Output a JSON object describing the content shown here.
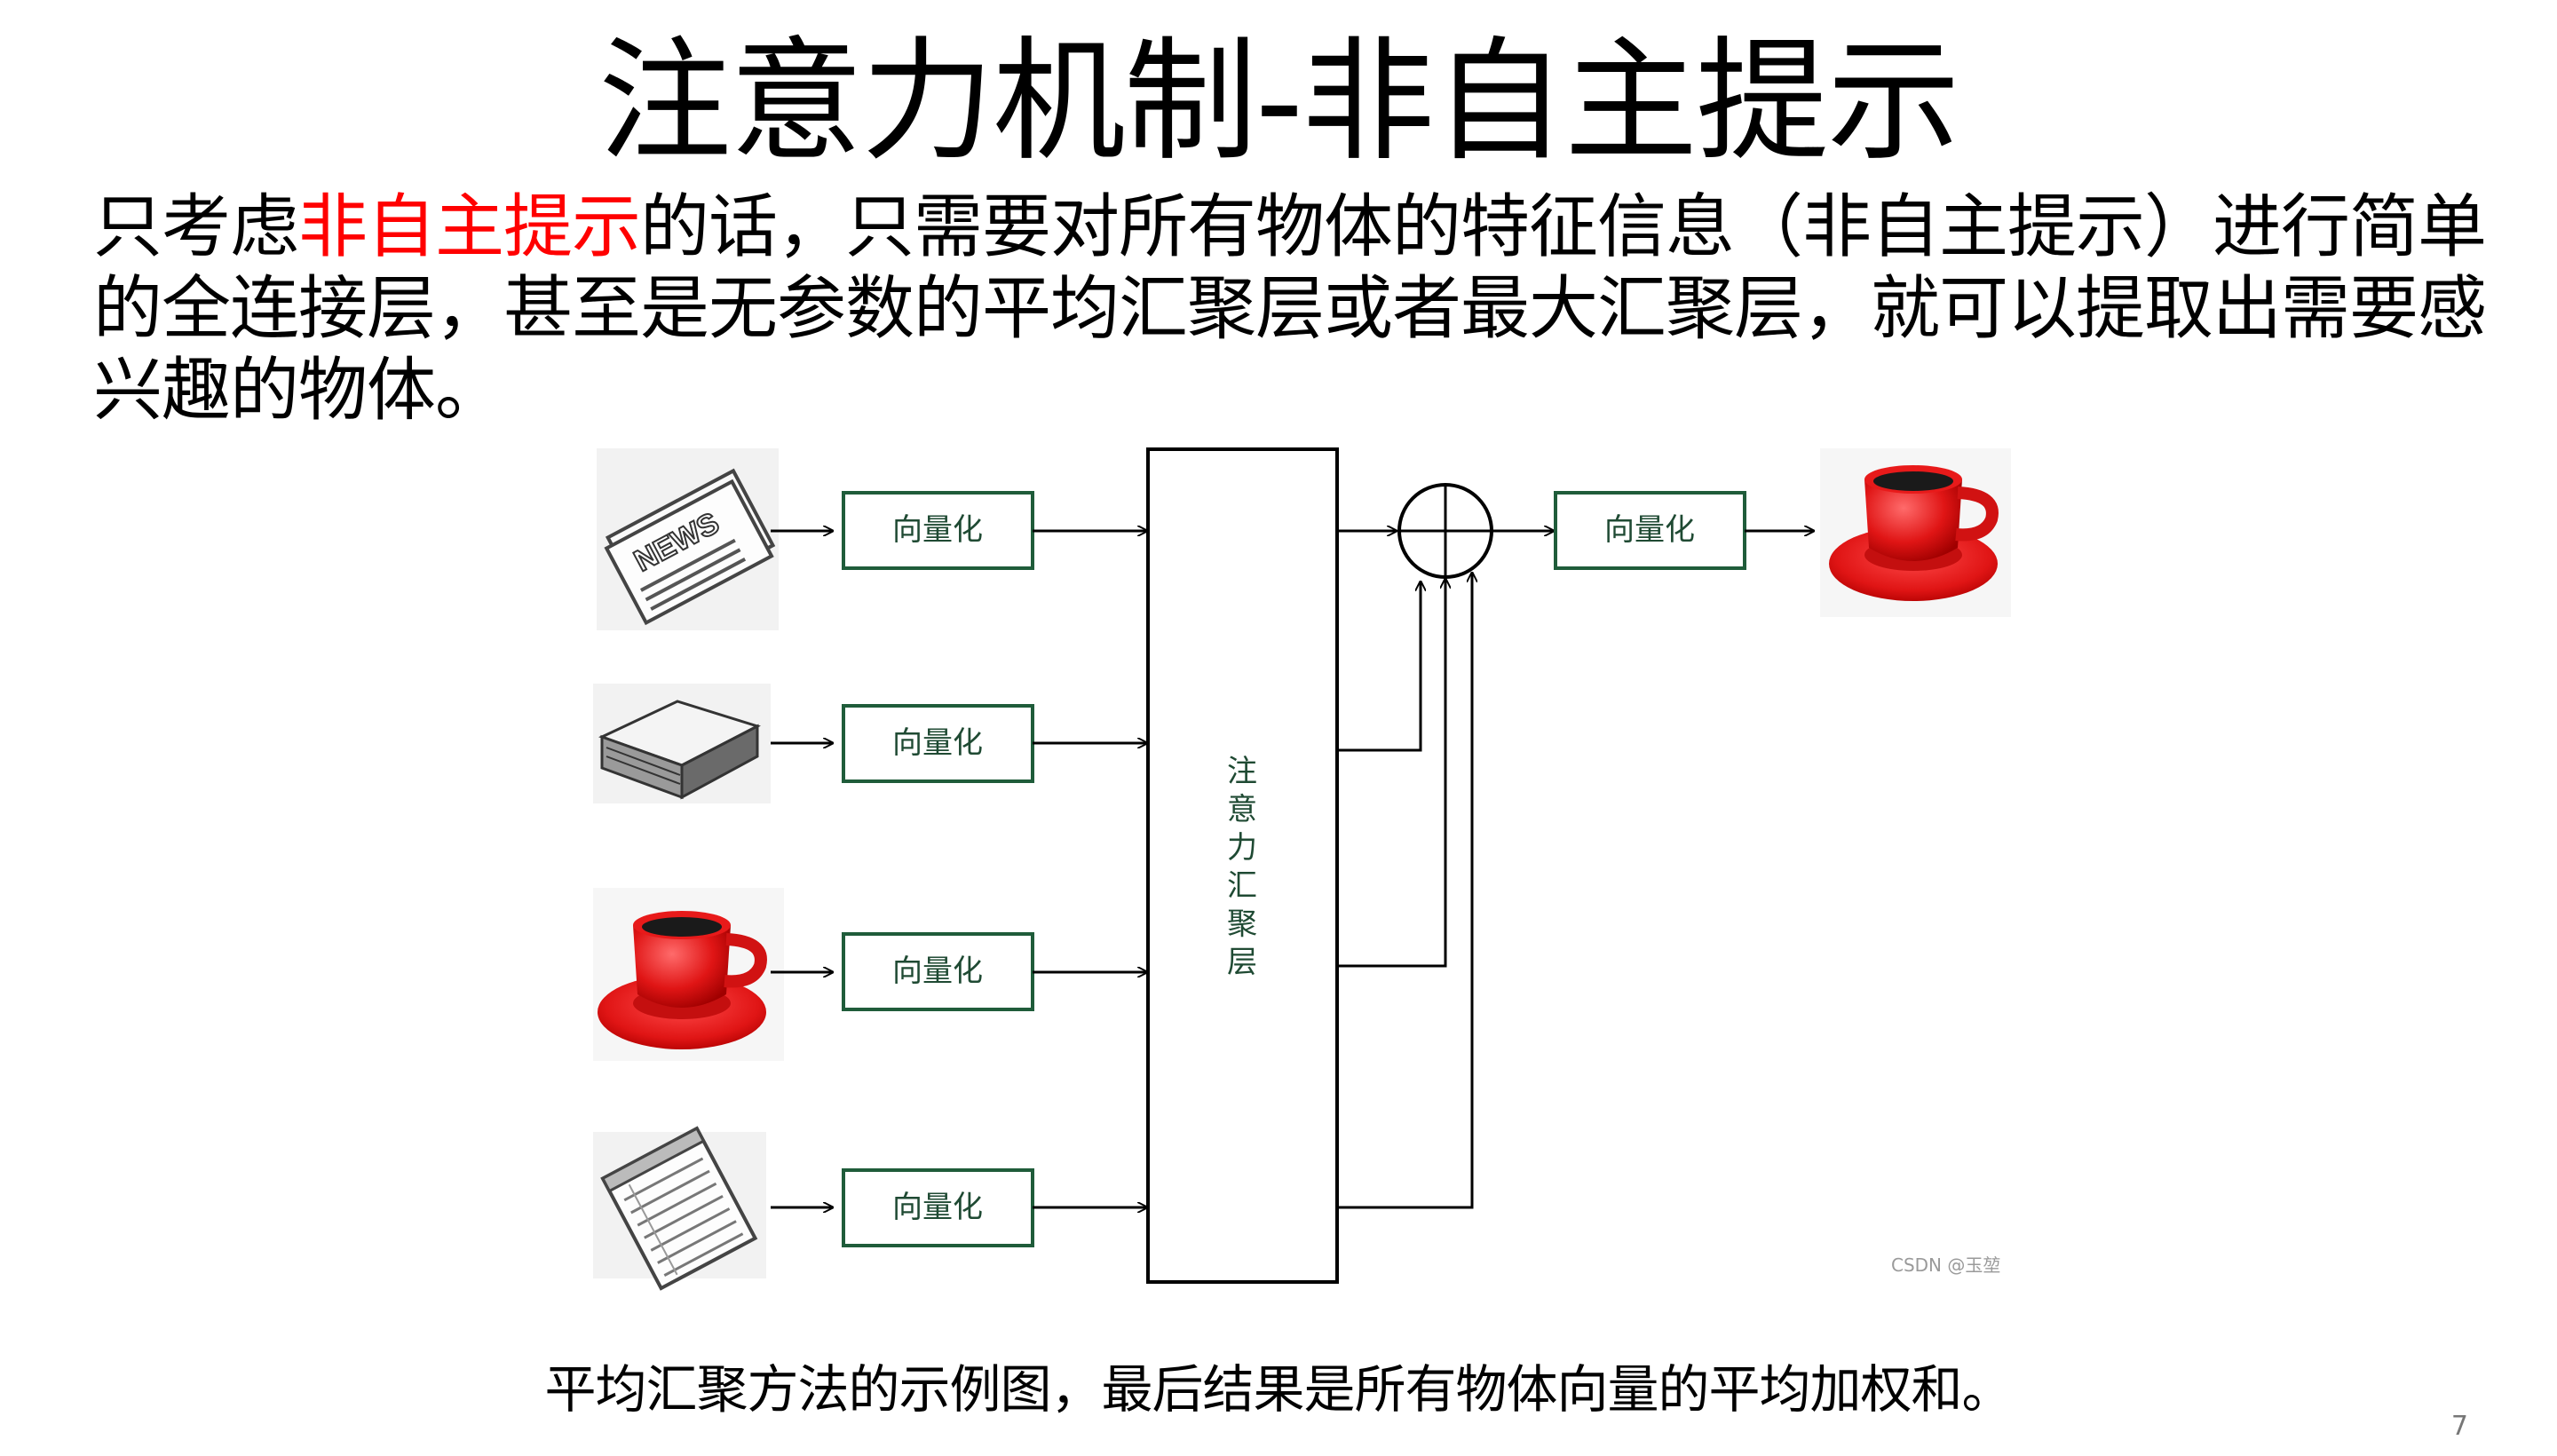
{
  "title": "注意力机制-非自主提示",
  "paragraph": {
    "part1": "只考虑",
    "highlight": "非自主提示",
    "part2": "的话，只需要对所有物体的特征信息（非自主提示）进行简单的全连接层，甚至是无参数的平均汇聚层或者最大汇聚层，就可以提取出需要感兴趣的物体。"
  },
  "diagram": {
    "inputs": [
      {
        "icon": "newspaper-icon"
      },
      {
        "icon": "book-icon"
      },
      {
        "icon": "coffee-cup-icon"
      },
      {
        "icon": "notepad-icon"
      }
    ],
    "vectorize_label": "向量化",
    "pooling_label": [
      "注",
      "意",
      "力",
      "汇",
      "聚",
      "层"
    ],
    "sum_symbol": "plus-circle",
    "output_label": "向量化",
    "output_icon": "coffee-cup-icon",
    "watermark": "CSDN @玉堃"
  },
  "caption": "平均汇聚方法的示例图，最后结果是所有物体向量的平均加权和。",
  "page_number": "7",
  "colors": {
    "highlight": "#ff0000",
    "box_border": "#1f5c3a",
    "line": "#000000",
    "cup_red": "#e21d1d"
  }
}
